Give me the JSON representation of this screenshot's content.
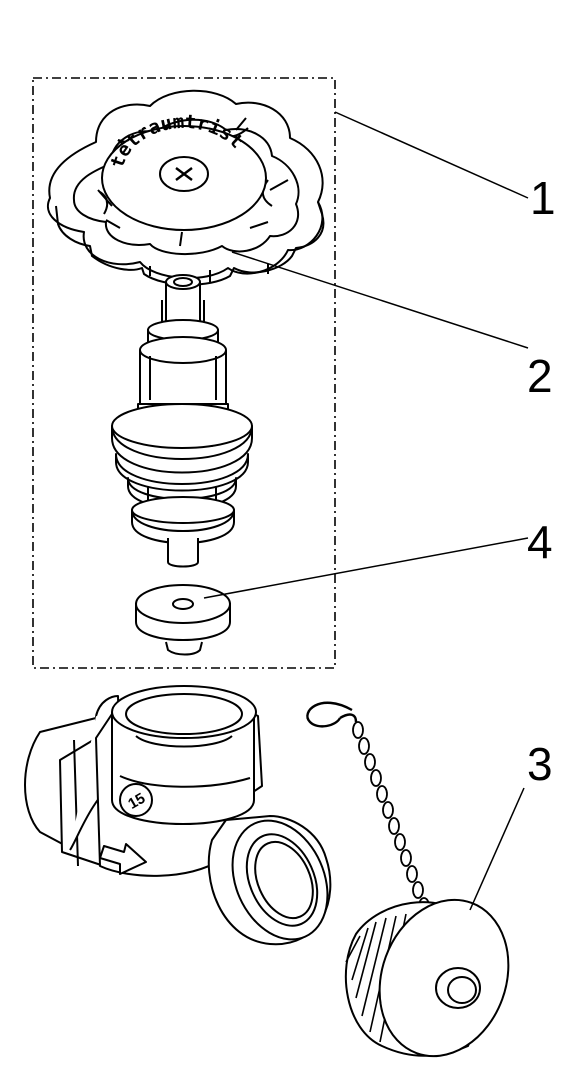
{
  "callouts": {
    "c1": "1",
    "c2": "2",
    "c3": "3",
    "c4": "4"
  },
  "handwheel": {
    "brand": "tetraumtrist"
  },
  "body_marking": {
    "text": "15"
  },
  "colors": {
    "line": "#000000",
    "fill": "#ffffff"
  },
  "icons": {
    "flow_arrow": "flow-direction-arrow-icon"
  }
}
